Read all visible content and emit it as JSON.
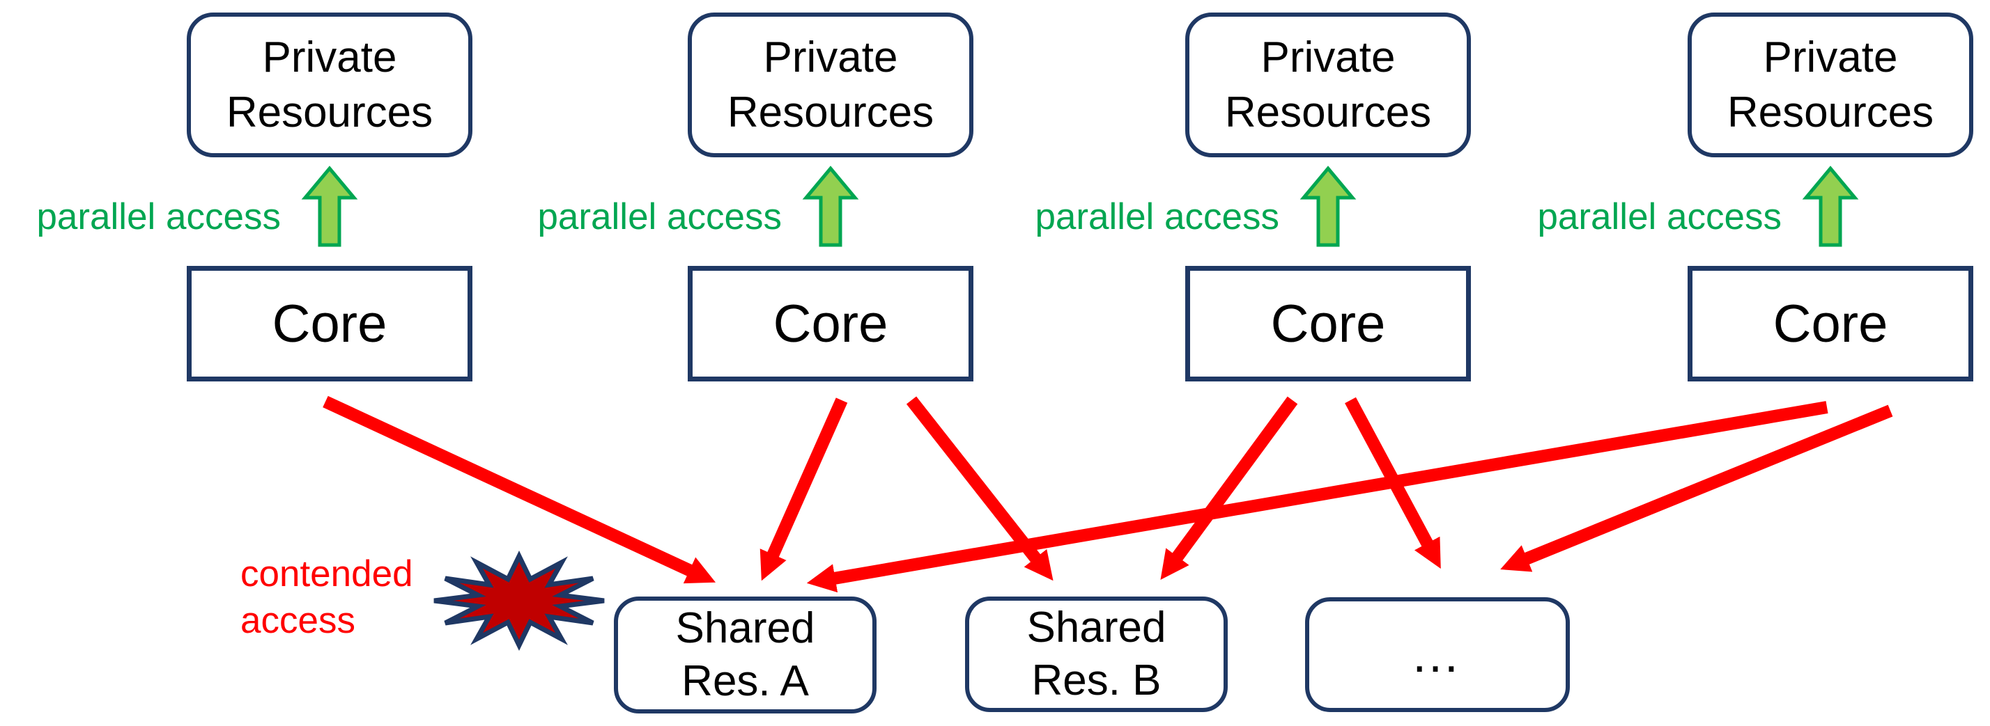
{
  "title": "Multicore contention diagram",
  "colors": {
    "navy": "#1F3864",
    "red": "#FF0000",
    "dark_red": "#C00000",
    "green": "#00A651",
    "light_green": "#92D050",
    "text": "#000000",
    "background": "#FFFFFF"
  },
  "columns": [
    {
      "private_label": "Private Resources",
      "core_label": "Core",
      "access_label": "parallel access"
    },
    {
      "private_label": "Private Resources",
      "core_label": "Core",
      "access_label": "parallel access"
    },
    {
      "private_label": "Private Resources",
      "core_label": "Core",
      "access_label": "parallel access"
    },
    {
      "private_label": "Private Resources",
      "core_label": "Core",
      "access_label": "parallel access"
    }
  ],
  "shared_boxes": [
    {
      "label": "Shared Res. A"
    },
    {
      "label": "Shared Res. B"
    },
    {
      "label": "…"
    }
  ],
  "contended_label": "contended access",
  "icons": {
    "starburst": "contention-burst-icon",
    "green_arrow": "parallel-access-arrow",
    "red_arrow": "contended-access-arrow"
  },
  "red_arrows": [
    {
      "from": "Core 1",
      "to": "Shared Res. A"
    },
    {
      "from": "Core 2",
      "to": "Shared Res. A"
    },
    {
      "from": "Core 2",
      "to": "Shared Res. B"
    },
    {
      "from": "Core 3",
      "to": "Shared Res. B"
    },
    {
      "from": "Core 3",
      "to": "…"
    },
    {
      "from": "Core 4",
      "to": "Shared Res. A"
    },
    {
      "from": "Core 4",
      "to": "…"
    }
  ]
}
